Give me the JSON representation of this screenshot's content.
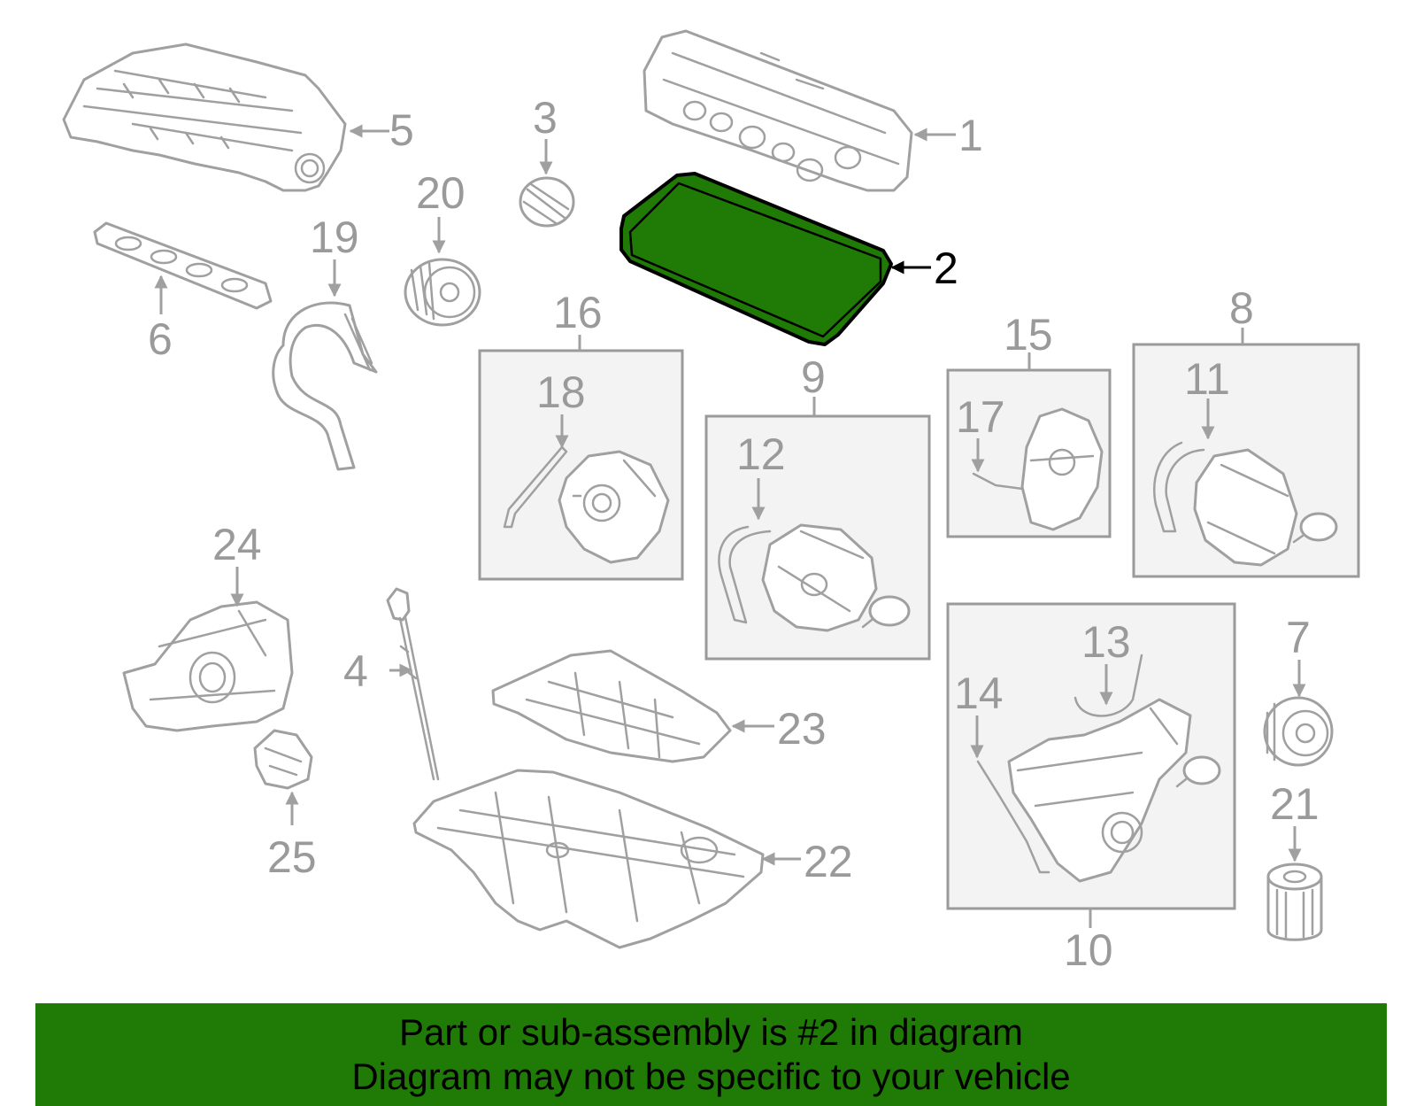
{
  "diagram": {
    "highlight_color": "#1f7a06",
    "part_color": "#a0a0a0",
    "labels": {
      "p1": "1",
      "p2": "2",
      "p3": "3",
      "p4": "4",
      "p5": "5",
      "p6": "6",
      "p7": "7",
      "p8": "8",
      "p9": "9",
      "p10": "10",
      "p11": "11",
      "p12": "12",
      "p13": "13",
      "p14": "14",
      "p15": "15",
      "p16": "16",
      "p17": "17",
      "p18": "18",
      "p19": "19",
      "p20": "20",
      "p21": "21",
      "p22": "22",
      "p23": "23",
      "p24": "24",
      "p25": "25"
    },
    "highlighted_part": "2"
  },
  "banner": {
    "line1": "Part or sub-assembly is #2 in diagram",
    "line2": "Diagram may not be specific to your vehicle",
    "color": "#1f7a06"
  }
}
